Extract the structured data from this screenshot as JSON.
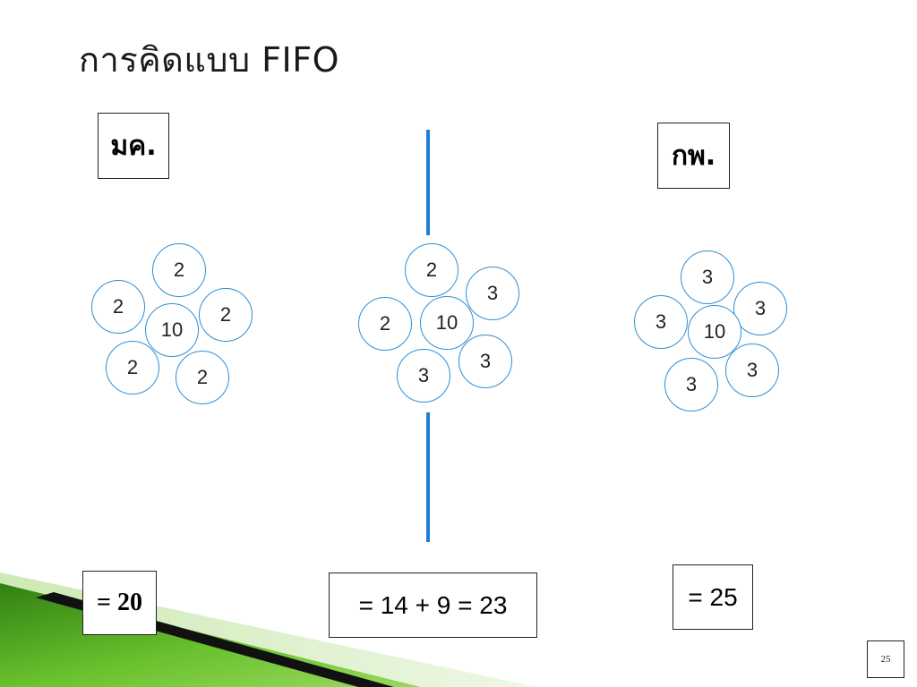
{
  "title": "การคิดแบบ FIFO",
  "columns": [
    {
      "month": "มค.",
      "result": "= 20",
      "center": "10",
      "outer": [
        "2",
        "2",
        "2",
        "2",
        "2"
      ]
    },
    {
      "result": "= 14 + 9 = 23",
      "center": "10",
      "outer": [
        "2",
        "3",
        "2",
        "3",
        "3"
      ]
    },
    {
      "month": "กพ.",
      "result": "= 25",
      "center": "10",
      "outer": [
        "3",
        "3",
        "3",
        "3",
        "3"
      ]
    }
  ],
  "page_number": "25",
  "colors": {
    "circle_border": "#2e8fd6",
    "divider": "#1f7fd6",
    "green_dark": "#3a8f1c",
    "green_light": "#8fd24a"
  }
}
